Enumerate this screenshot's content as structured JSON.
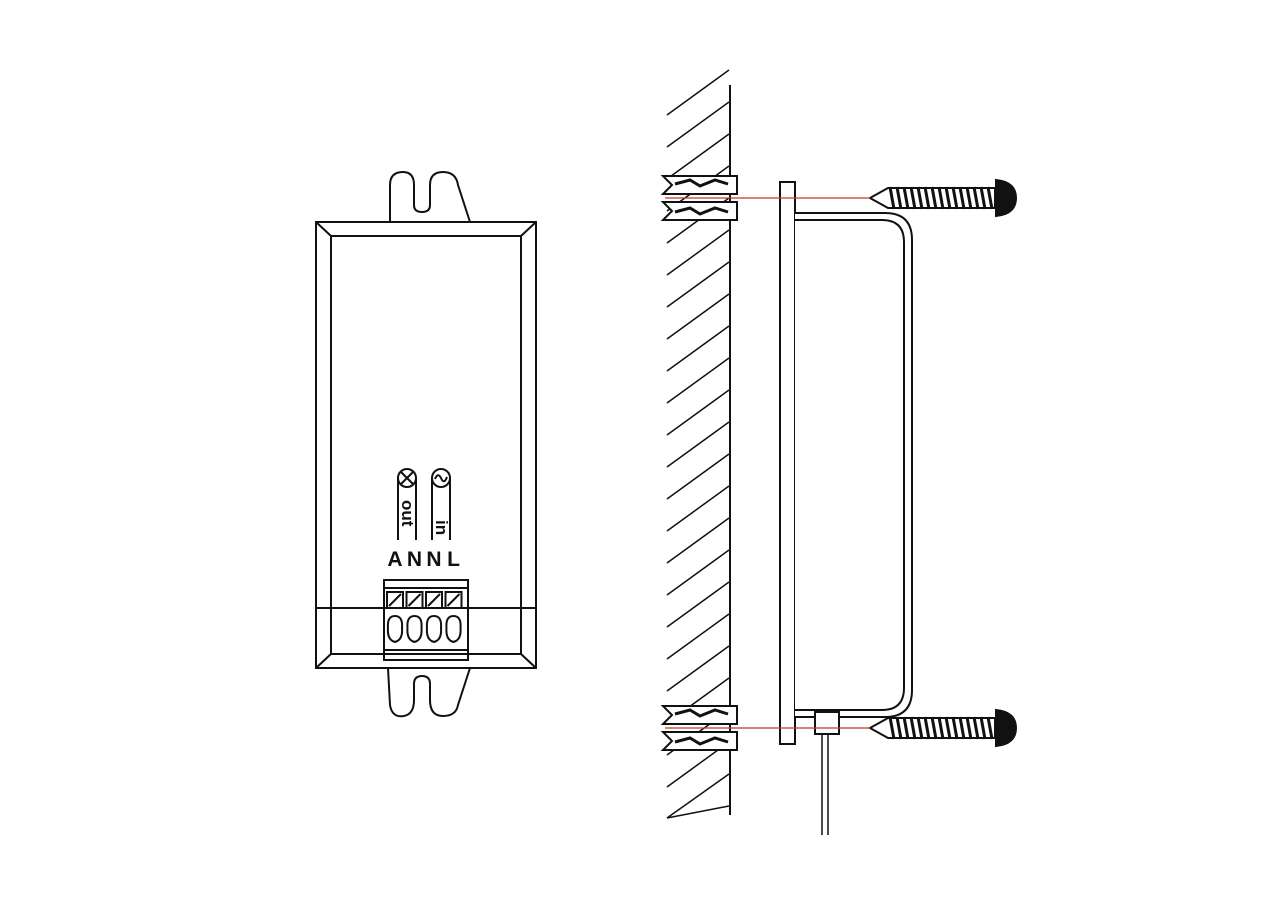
{
  "front_view": {
    "output_label": "out",
    "input_label": "in",
    "terminals": [
      "A",
      "N",
      "N",
      "L"
    ],
    "output_symbol": "lamp-icon",
    "input_symbol": "ac-source-icon"
  },
  "side_view": {
    "guide_line_color": "#c0392b",
    "line_color": "#111111"
  }
}
